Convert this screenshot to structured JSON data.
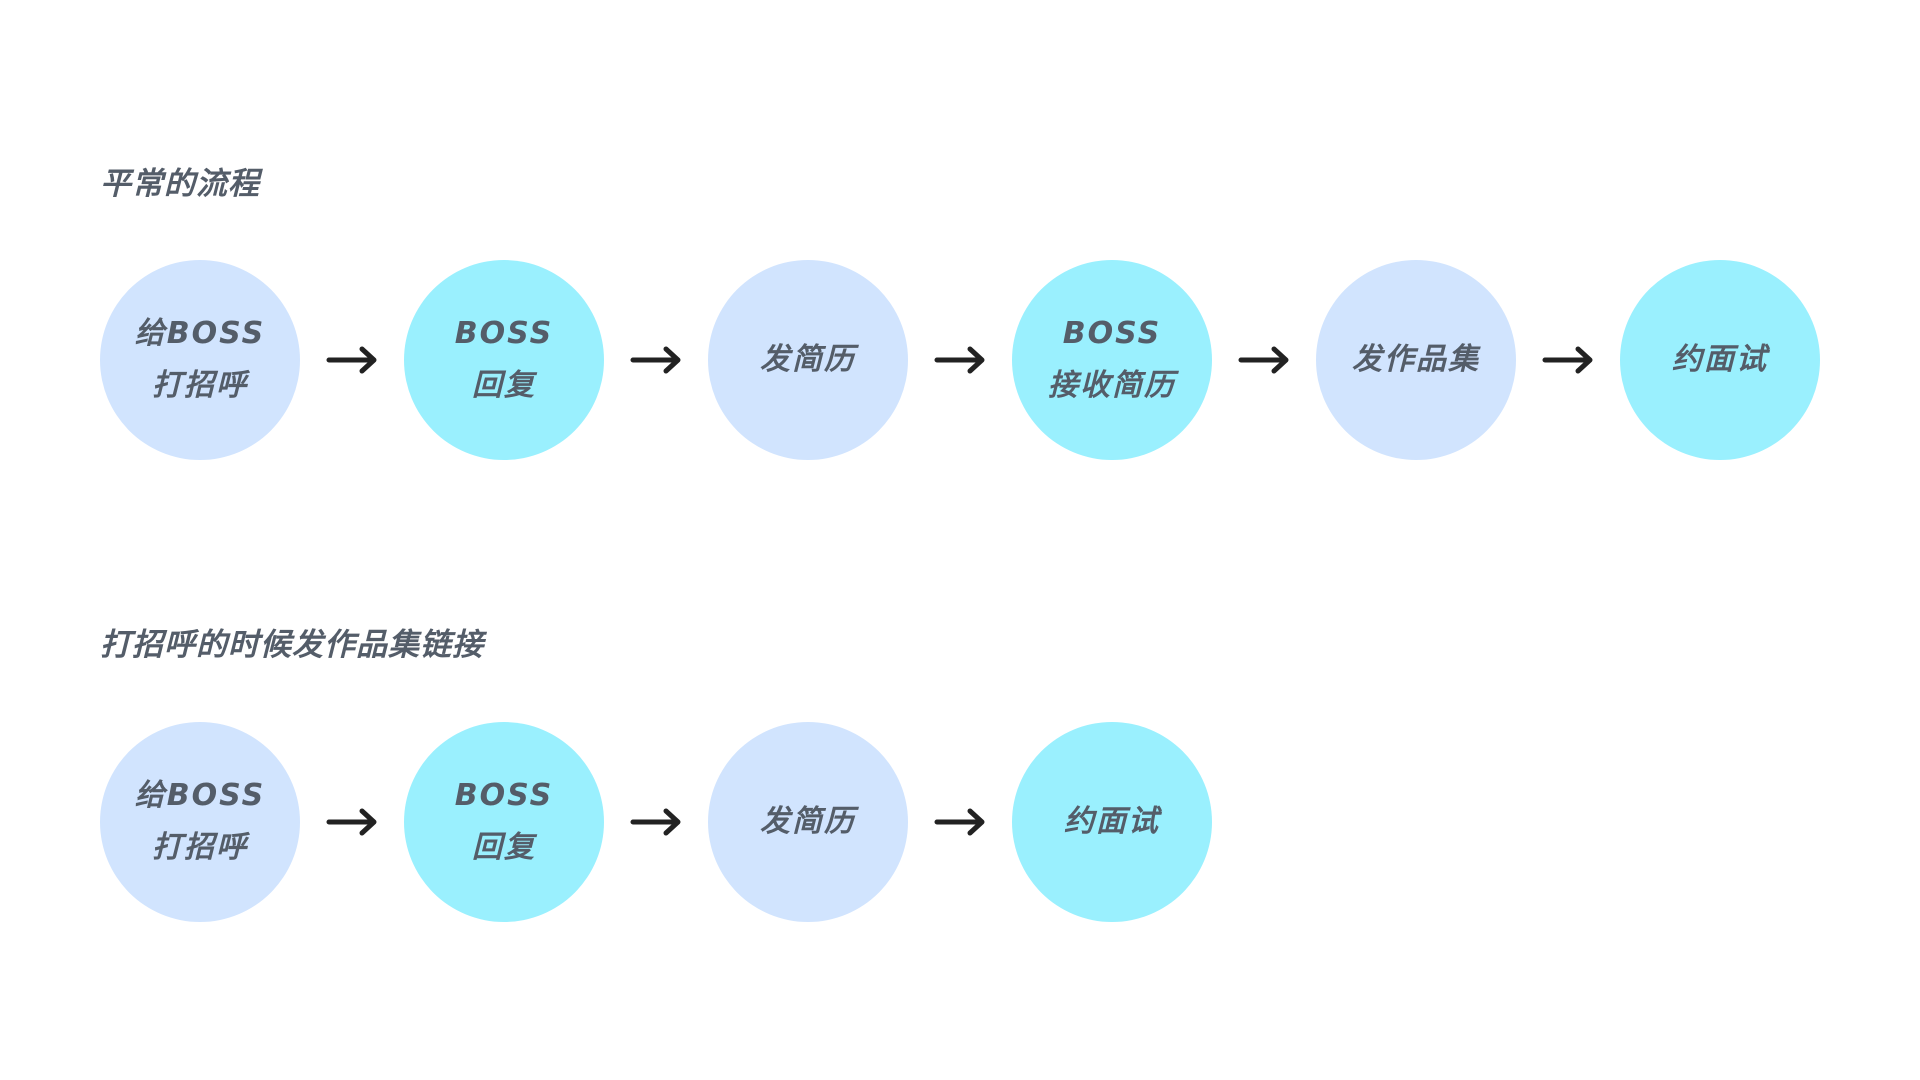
{
  "colors": {
    "light": "#d1e4fe",
    "cyan": "#9af0fe",
    "text": "#545d69",
    "arrow": "#222222"
  },
  "flows": [
    {
      "title": "平常的流程",
      "steps": [
        {
          "lines": [
            "给BOSS",
            "打招呼"
          ],
          "color": "light"
        },
        {
          "lines": [
            "BOSS",
            "回复"
          ],
          "color": "cyan"
        },
        {
          "lines": [
            "发简历"
          ],
          "color": "light"
        },
        {
          "lines": [
            "BOSS",
            "接收简历"
          ],
          "color": "cyan"
        },
        {
          "lines": [
            "发作品集"
          ],
          "color": "light"
        },
        {
          "lines": [
            "约面试"
          ],
          "color": "cyan"
        }
      ]
    },
    {
      "title": "打招呼的时候发作品集链接",
      "steps": [
        {
          "lines": [
            "给BOSS",
            "打招呼"
          ],
          "color": "light"
        },
        {
          "lines": [
            "BOSS",
            "回复"
          ],
          "color": "cyan"
        },
        {
          "lines": [
            "发简历"
          ],
          "color": "light"
        },
        {
          "lines": [
            "约面试"
          ],
          "color": "cyan"
        }
      ]
    }
  ]
}
